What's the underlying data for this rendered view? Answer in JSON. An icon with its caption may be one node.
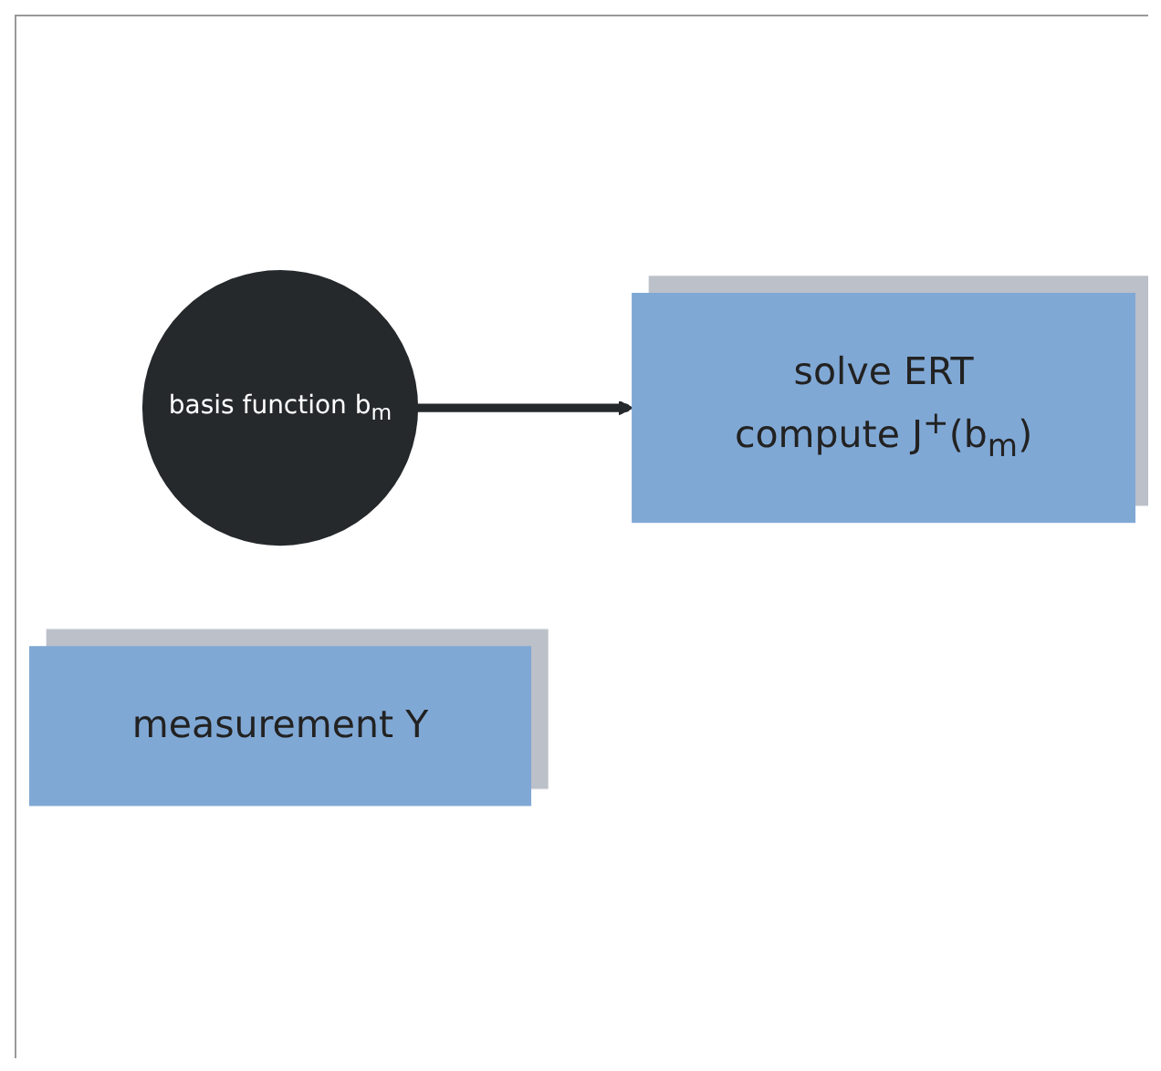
{
  "diagram": {
    "nodes": [
      {
        "text": [
          "basis function b$_{m}$"
        ]
      },
      {
        "text": [
          "solve ERT",
          "compute J$^{+}$(b$_{m}$)"
        ]
      },
      {
        "text": [
          "measurement Y"
        ]
      }
    ],
    "edges": [
      {
        "from": 0,
        "to": 1,
        "arrow": "to"
      }
    ]
  }
}
